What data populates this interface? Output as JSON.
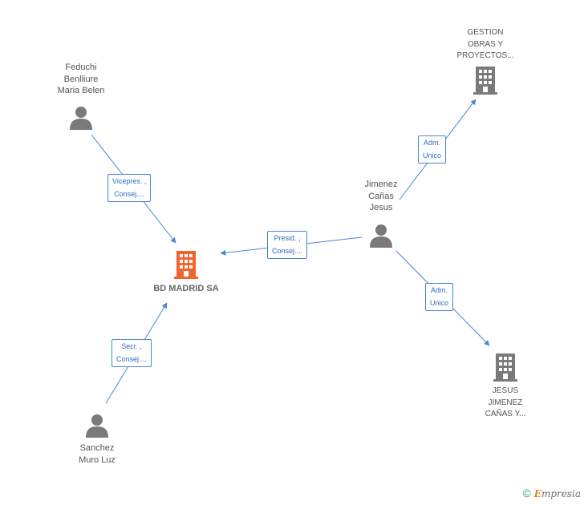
{
  "nodes": {
    "bd_madrid": {
      "label": "BD MADRID SA",
      "type": "company",
      "color": "#f0642d"
    },
    "gestion": {
      "label": "GESTION\nOBRAS Y\nPROYECTOS...",
      "type": "company",
      "color": "#7a7a7a"
    },
    "jesus_jimenez_co": {
      "label": "JESUS\nJIMENEZ\nCAÑAS Y...",
      "type": "company",
      "color": "#7a7a7a"
    },
    "feduchi": {
      "label": "Feduchi\nBenlliure\nMaria Belen",
      "type": "person",
      "color": "#7a7a7a"
    },
    "jimenez": {
      "label": "Jimenez\nCañas\nJesus",
      "type": "person",
      "color": "#7a7a7a"
    },
    "sanchez": {
      "label": "Sanchez\nMuro Luz",
      "type": "person",
      "color": "#7a7a7a"
    }
  },
  "edges": {
    "feduchi_bd": {
      "label": "Vicepres. ,\nConsej...."
    },
    "jimenez_bd": {
      "label": "Presid. ,\nConsej...."
    },
    "sanchez_bd": {
      "label": "Secr. ,\nConsej...."
    },
    "jimenez_gestion": {
      "label": "Adm.\nUnico"
    },
    "jimenez_jesusco": {
      "label": "Adm.\nUnico"
    }
  },
  "colors": {
    "edge": "#4a86d6"
  },
  "footer": {
    "copyright": "©",
    "brand_first": "E",
    "brand_rest": "mpresia"
  }
}
